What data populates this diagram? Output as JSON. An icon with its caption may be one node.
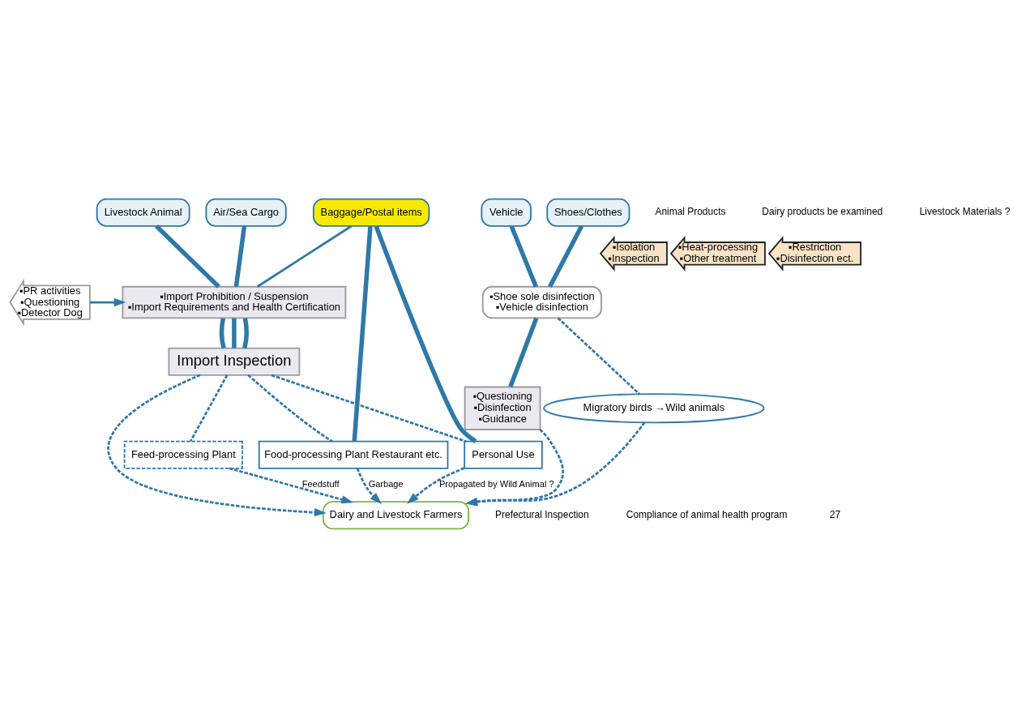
{
  "diagram": {
    "nodes": [
      {
        "text": [
          "Livestock Animal"
        ]
      },
      {
        "text": [
          "Air/Sea Cargo"
        ]
      },
      {
        "text": [
          "Baggage/Postal items"
        ]
      },
      {
        "text": [
          "Shoes/Clothes"
        ]
      },
      {
        "text": [
          "Vehicle"
        ]
      },
      {
        "text": [
          "▪Import Prohibition / Suspension",
          "▪Import Requirements and Health Certification"
        ]
      },
      {
        "text": [
          "▪PR activities",
          "▪Questioning",
          "▪Detector Dog"
        ]
      },
      {
        "text": [
          "▪Shoe sole disinfection",
          "▪Vehicle disinfection"
        ]
      },
      {
        "text": [
          "Import Inspection"
        ]
      },
      {
        "text": [
          "▪Questioning",
          "▪Disinfection",
          "▪Guidance"
        ]
      },
      {
        "text": [
          "Migratory birds →Wild animals"
        ]
      },
      {
        "text": [
          "Feed-processing Plant"
        ]
      },
      {
        "text": [
          "Food-processing Plant Restaurant etc."
        ]
      },
      {
        "text": [
          "Personal Use"
        ]
      },
      {
        "text": [
          "▪Isolation",
          "▪Inspection"
        ]
      },
      {
        "text": [
          "▪Heat-processing",
          "▪Other treatment"
        ]
      },
      {
        "text": [
          "▪Restriction",
          "▪Disinfection ect."
        ]
      },
      {
        "text": [
          "Dairy and Livestock Farmers"
        ]
      }
    ],
    "edges": [
      {
        "from": 0,
        "to": 5,
        "arrow": "none",
        "style": "thick"
      },
      {
        "from": 1,
        "to": 5,
        "arrow": "none",
        "style": "thick"
      },
      {
        "from": 2,
        "to": 5,
        "arrow": "none"
      },
      {
        "from": 6,
        "to": 5,
        "arrow": "to"
      },
      {
        "from": 5,
        "to": 8,
        "arrow": "none",
        "style": "thick"
      },
      {
        "from": 5,
        "to": 8,
        "arrow": "none",
        "style": "thick"
      },
      {
        "from": 5,
        "to": 8,
        "arrow": "none",
        "style": "thick"
      },
      {
        "from": 2,
        "to": 12,
        "arrow": "none",
        "style": "thick"
      },
      {
        "from": 2,
        "to": 13,
        "arrow": "none",
        "style": "thick"
      },
      {
        "from": 3,
        "to": 7,
        "arrow": "none",
        "style": "thick"
      },
      {
        "from": 4,
        "to": 7,
        "arrow": "none",
        "style": "thick"
      },
      {
        "from": 7,
        "to": 9,
        "arrow": "none",
        "style": "thick"
      },
      {
        "from": 7,
        "to": 10,
        "arrow": "none",
        "style": "dashed"
      },
      {
        "from": 8,
        "to": 17,
        "arrow": "to",
        "style": "dashed"
      },
      {
        "from": 8,
        "to": 11,
        "arrow": "none",
        "style": "dashed"
      },
      {
        "from": 11,
        "to": 17,
        "arrow": "to",
        "style": "dashed",
        "label": "Feedstuff"
      },
      {
        "from": 8,
        "to": 12,
        "arrow": "none",
        "style": "dashed"
      },
      {
        "from": 8,
        "to": 13,
        "arrow": "none",
        "style": "dashed"
      },
      {
        "from": 12,
        "to": 17,
        "arrow": "to",
        "style": "dashed",
        "label": "Garbage"
      },
      {
        "from": 13,
        "to": 17,
        "arrow": "to",
        "style": "dashed",
        "label": "Propagated by Wild Animal ?"
      },
      {
        "from": 9,
        "to": 17,
        "arrow": "to",
        "style": "dashed"
      },
      {
        "from": 10,
        "to": 17,
        "arrow": "to",
        "style": "dashed"
      }
    ],
    "labels": [
      "Animal Products",
      "Dairy products be examined",
      "Livestock Materials ?",
      "Prefectural Inspection",
      "Compliance of animal health program",
      "27"
    ]
  }
}
